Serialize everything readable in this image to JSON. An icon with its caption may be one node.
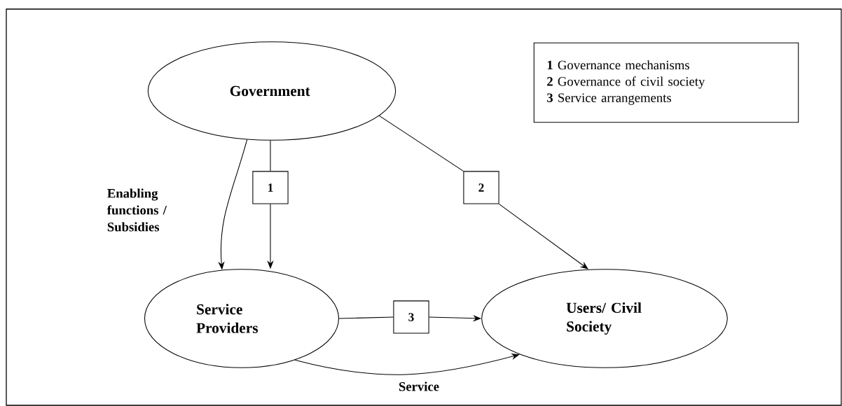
{
  "diagram": {
    "nodes": [
      {
        "text": [
          "Government"
        ]
      },
      {
        "text": [
          "Service Providers"
        ]
      },
      {
        "text": [
          "Users/ Civil Society"
        ]
      },
      {
        "text": [
          "1"
        ]
      },
      {
        "text": [
          "2"
        ]
      },
      {
        "text": [
          "3"
        ]
      },
      {
        "text": [
          "**1** Governance mechanisms",
          "**2** Governance of civil society",
          "**3** Service arrangements"
        ]
      }
    ],
    "edges": [
      {
        "from": 0,
        "to": 3,
        "arrow": "none"
      },
      {
        "from": 3,
        "to": 1,
        "arrow": "to"
      },
      {
        "from": 0,
        "to": 4,
        "arrow": "none"
      },
      {
        "from": 4,
        "to": 2,
        "arrow": "to"
      },
      {
        "from": 1,
        "to": 5,
        "arrow": "none"
      },
      {
        "from": 5,
        "to": 2,
        "arrow": "to"
      },
      {
        "from": 0,
        "to": 1,
        "arrow": "to",
        "label": "Enabling functions / Subsidies"
      },
      {
        "from": 1,
        "to": 2,
        "arrow": "to",
        "label": "Service"
      }
    ]
  }
}
